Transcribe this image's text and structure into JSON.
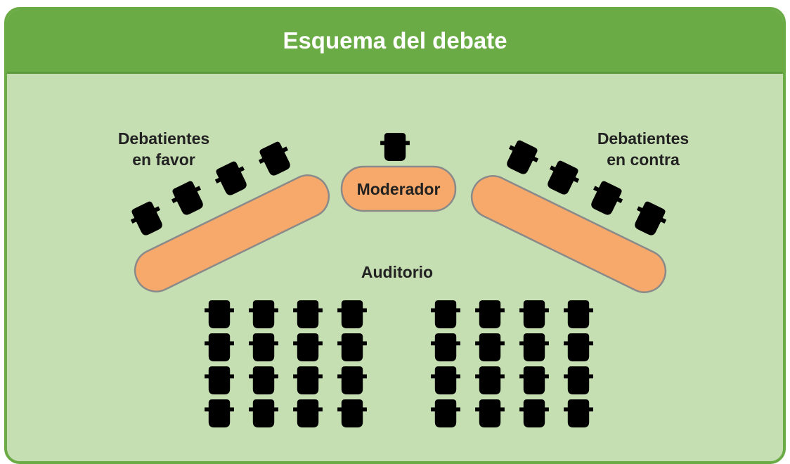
{
  "title": "Esquema del debate",
  "labels": {
    "favor_line1": "Debatientes",
    "favor_line2": "en favor",
    "contra_line1": "Debatientes",
    "contra_line2": "en contra",
    "moderator": "Moderador",
    "audience": "Auditorio"
  },
  "audience_blocks": [
    {
      "name": "left",
      "rows": 4,
      "cols": 4
    },
    {
      "name": "right",
      "rows": 4,
      "cols": 4
    }
  ],
  "colors": {
    "header": "#6aab45",
    "background": "#c6dfb2",
    "table": "#f6a96a",
    "chair": "#8f87c7"
  }
}
